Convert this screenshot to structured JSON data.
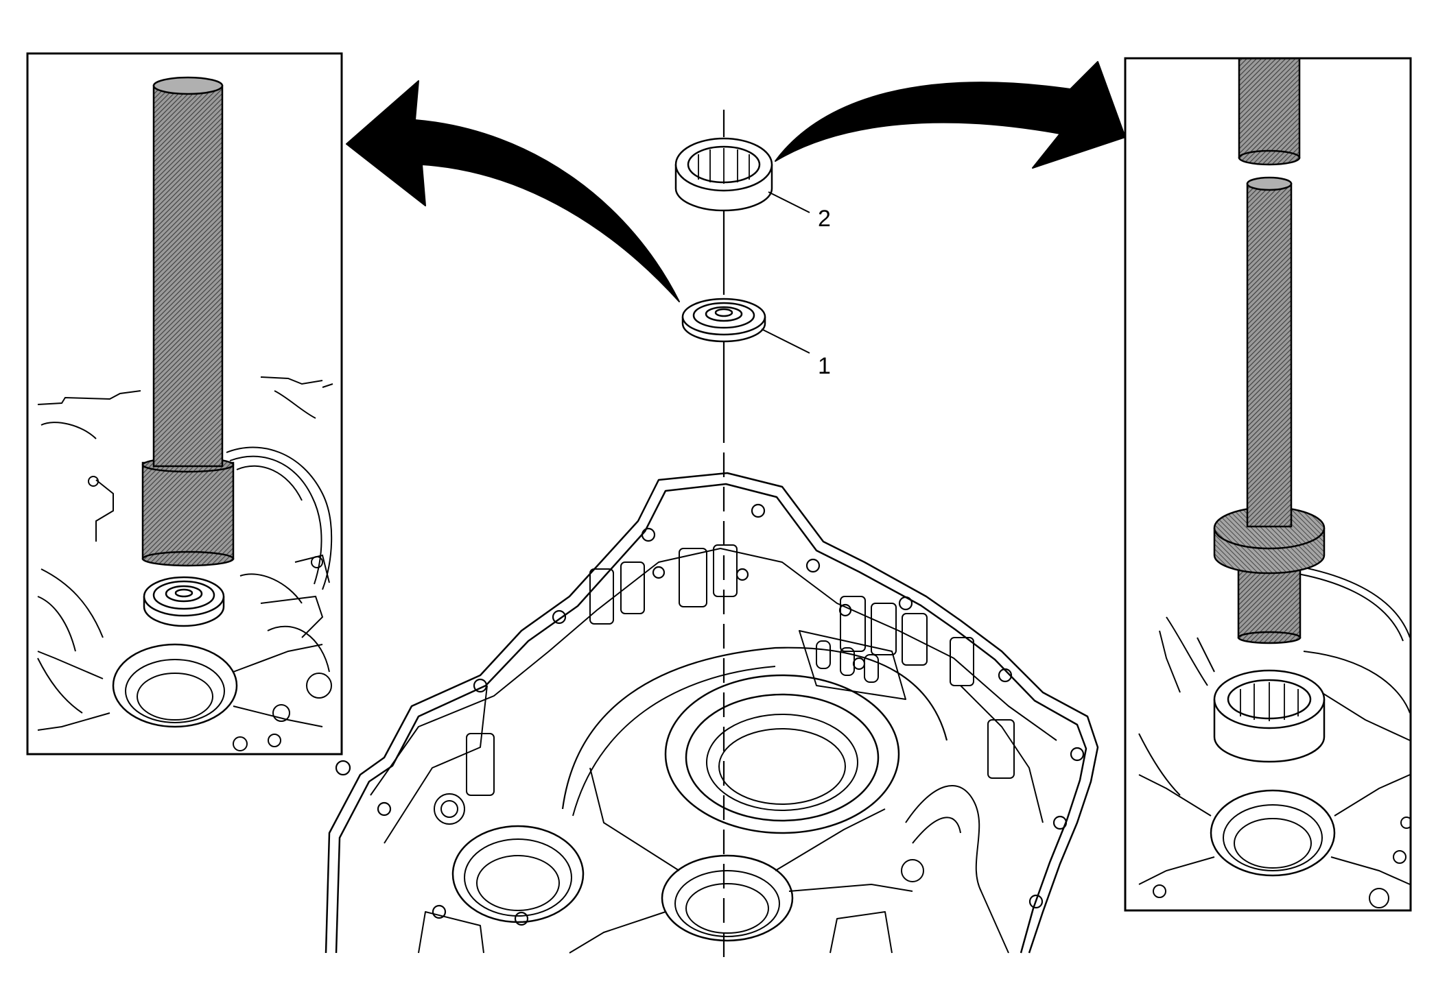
{
  "diagram": {
    "callouts": [
      {
        "id": "1",
        "label": "1"
      },
      {
        "id": "2",
        "label": "2"
      }
    ],
    "colors": {
      "ink": "#000000",
      "paper": "#ffffff",
      "hatch": "#555555"
    }
  }
}
